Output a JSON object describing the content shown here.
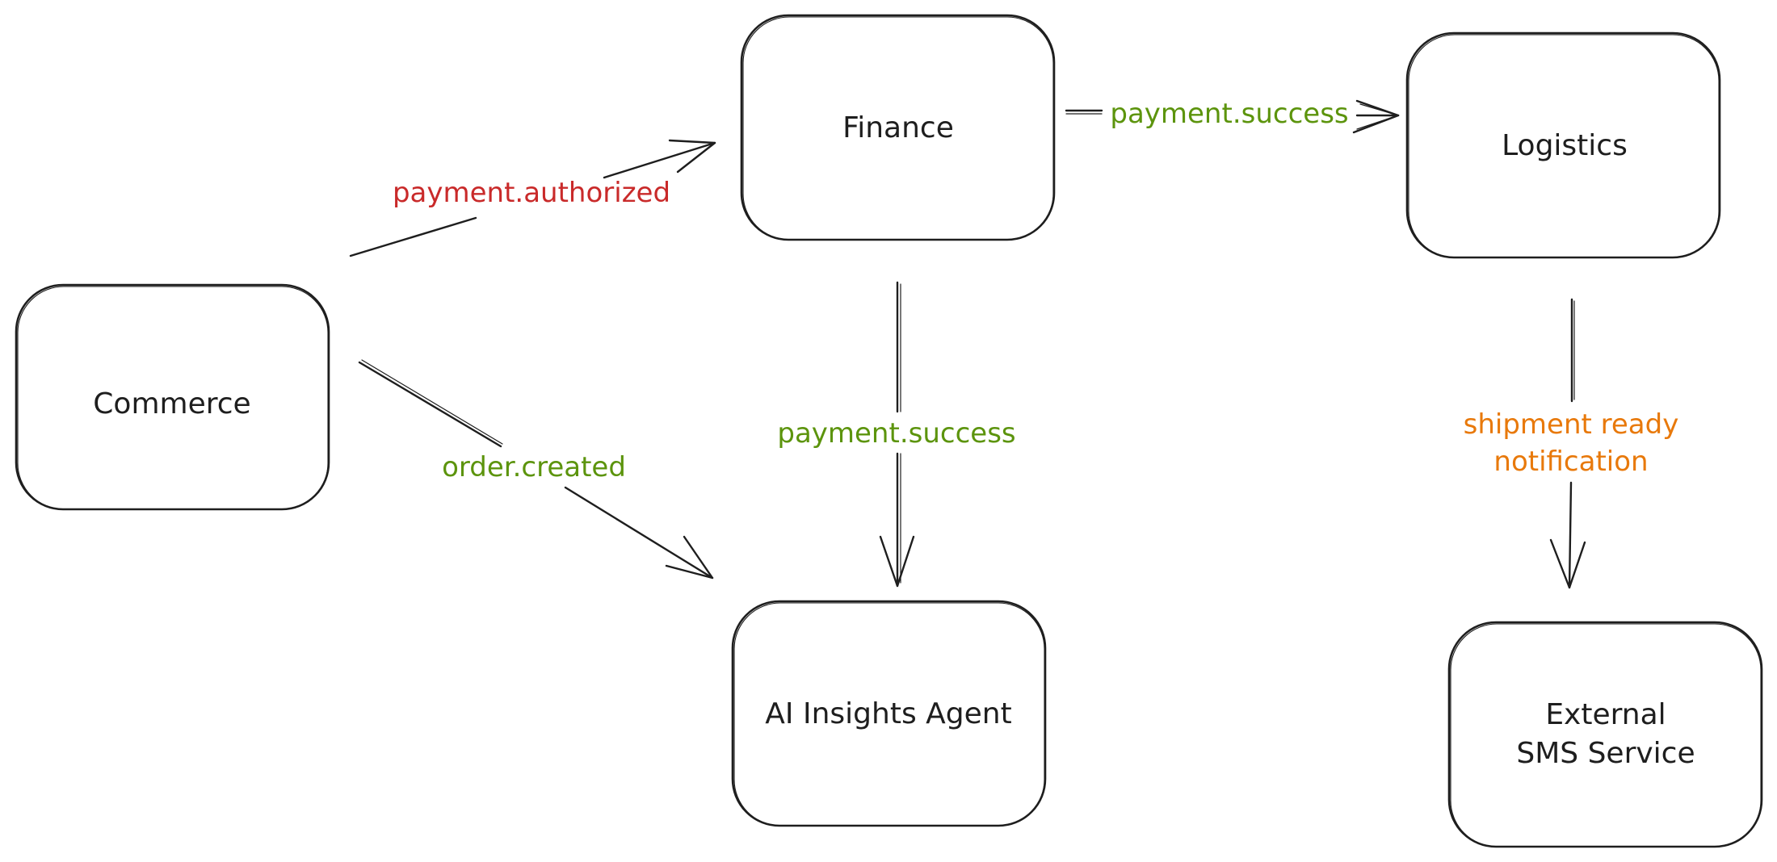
{
  "diagram": {
    "type": "event-flow",
    "nodes": [
      {
        "id": "commerce",
        "label": "Commerce"
      },
      {
        "id": "finance",
        "label": "Finance"
      },
      {
        "id": "logistics",
        "label": "Logistics"
      },
      {
        "id": "ai_insights",
        "label": "AI Insights Agent"
      },
      {
        "id": "sms",
        "label_line1": "External",
        "label_line2": "SMS Service"
      }
    ],
    "edges": [
      {
        "from": "commerce",
        "to": "finance",
        "label": "payment.authorized",
        "color": "#c92a2a"
      },
      {
        "from": "finance",
        "to": "logistics",
        "label": "payment.success",
        "color": "#5c940d"
      },
      {
        "from": "commerce",
        "to": "ai_insights",
        "label": "order.created",
        "color": "#5c940d"
      },
      {
        "from": "finance",
        "to": "ai_insights",
        "label": "payment.success",
        "color": "#5c940d"
      },
      {
        "from": "logistics",
        "to": "sms",
        "label_line1": "shipment ready",
        "label_line2": "notification",
        "color": "#e8790b"
      }
    ]
  }
}
